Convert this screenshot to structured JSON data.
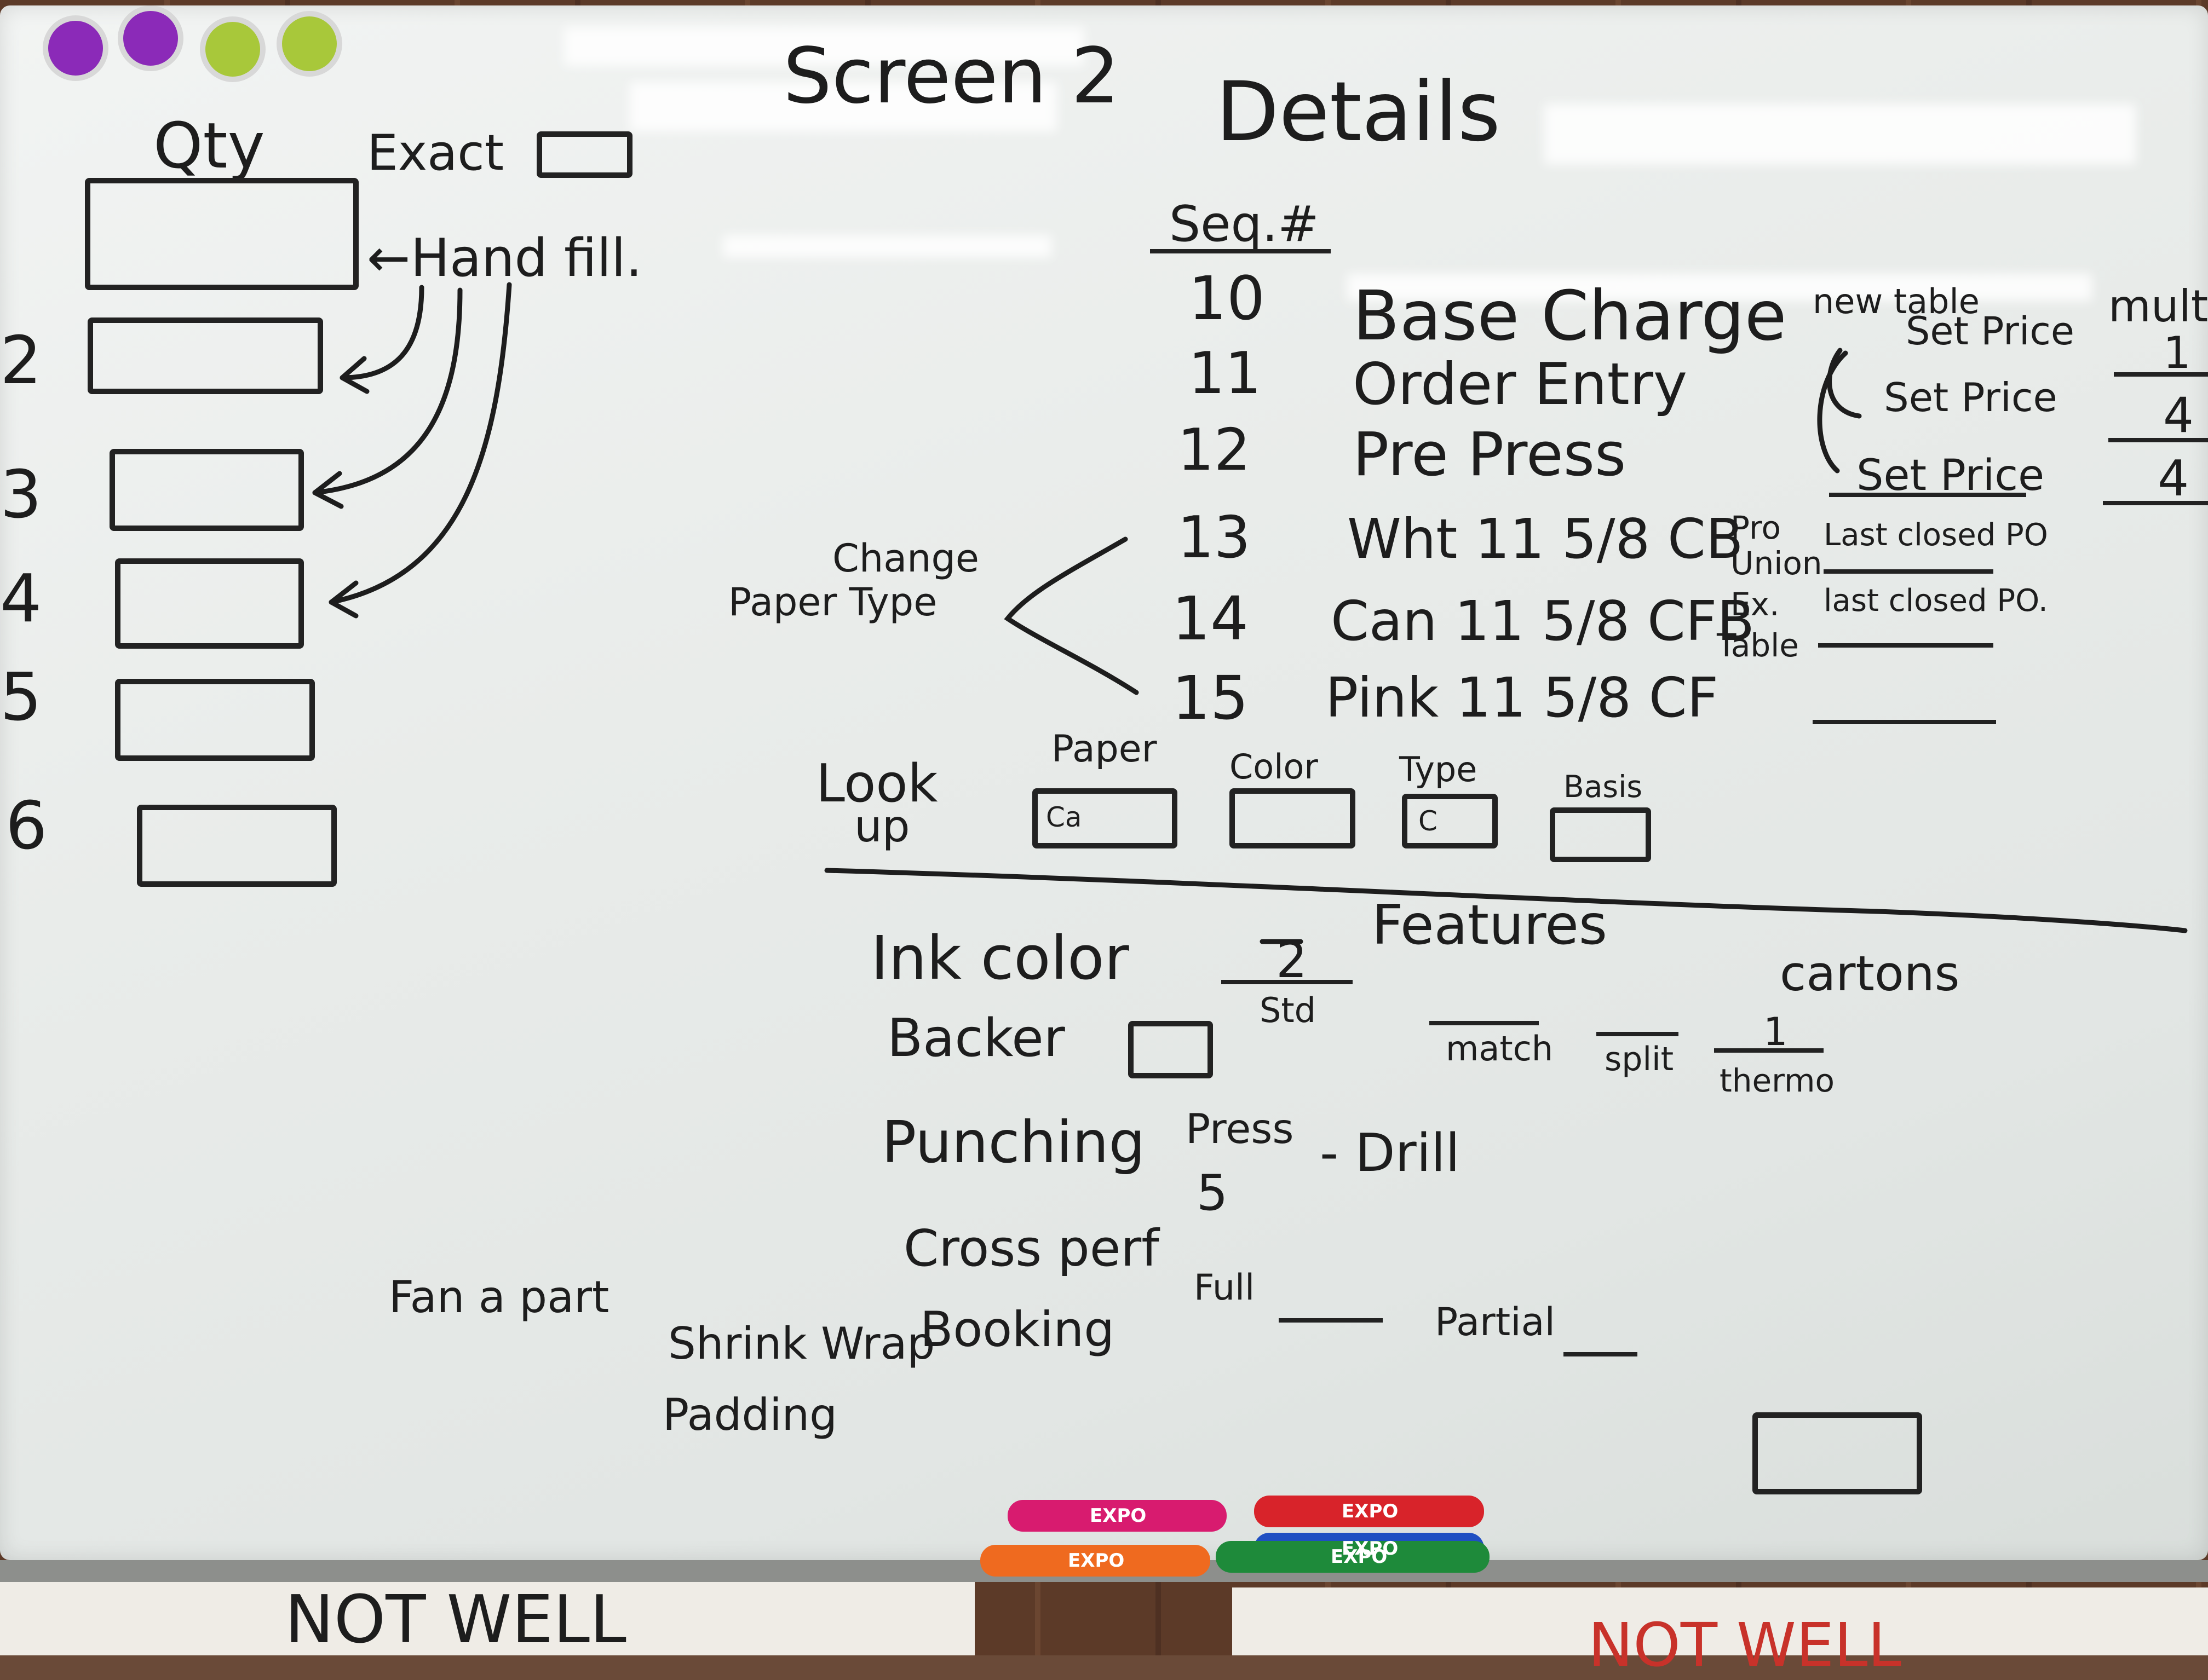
{
  "title": "Screen 2",
  "subtitle": "Details",
  "left": {
    "qty_label": "Qty",
    "exact_label": "Exact",
    "hand_fill_label": "←Hand fill.",
    "row_numbers": [
      "2",
      "3",
      "4",
      "5",
      "6"
    ]
  },
  "seq": {
    "header": "Seq.#",
    "rows": [
      {
        "num": "10",
        "label": "Base Charge"
      },
      {
        "num": "11",
        "label": "Order Entry"
      },
      {
        "num": "12",
        "label": "Pre Press"
      },
      {
        "num": "13",
        "label": "Wht 11 5/8 CB"
      },
      {
        "num": "14",
        "label": "Can 11 5/8 CFB"
      },
      {
        "num": "15",
        "label": "Pink 11 5/8 CF"
      }
    ]
  },
  "pricing": {
    "new_table": "new table",
    "set_price": [
      "Set Price",
      "Set Price",
      "Set Price"
    ],
    "pro": "Pro",
    "union": "Union",
    "ex": "Ex.",
    "table": "Table",
    "last_closed_po": [
      "Last closed PO",
      "last closed PO."
    ]
  },
  "mult": {
    "header": "mult",
    "values": [
      "1",
      "4",
      "4"
    ]
  },
  "change_paper_type": [
    "Change",
    "Paper Type"
  ],
  "lookup": {
    "label_1": "Look",
    "label_2": "up",
    "fields": [
      {
        "label": "Paper",
        "value": "Ca"
      },
      {
        "label": "Color",
        "value": ""
      },
      {
        "label": "Type",
        "value": "C"
      },
      {
        "label": "Basis",
        "value": ""
      }
    ]
  },
  "features": {
    "header": "Features",
    "ink_color": "Ink color",
    "ink_value": "2",
    "std": "Std",
    "cartons": "cartons",
    "backer": "Backer",
    "match": "match",
    "split": "split",
    "thermo": "thermo",
    "thermo_value": "1",
    "punching": "Punching",
    "press": "Press",
    "press_value": "5",
    "drill": "- Drill",
    "cross_perf": "Cross perf",
    "full": "Full",
    "partial": "Partial",
    "booking": "Booking",
    "fan_a_part": "Fan a part",
    "shrink_wrap": "Shrink Wrap",
    "padding": "Padding"
  },
  "footer_paper": {
    "left": "NOT WELL",
    "right": "NOT WELL"
  },
  "markers": [
    "EXPO",
    "EXPO",
    "EXPO",
    "EXPO",
    "EXPO"
  ],
  "colors": {
    "ink": "#1d1d1d",
    "board": "#e8ebe9",
    "magnet_purple": "#8b2ab8",
    "magnet_green": "#a8c83a",
    "marker_pink": "#d81b6f",
    "marker_red": "#d8232a",
    "marker_orange": "#ef6a1f",
    "marker_green": "#1e8a3a",
    "marker_blue": "#1f4fc2",
    "paper_ink_red": "#c8322a"
  }
}
